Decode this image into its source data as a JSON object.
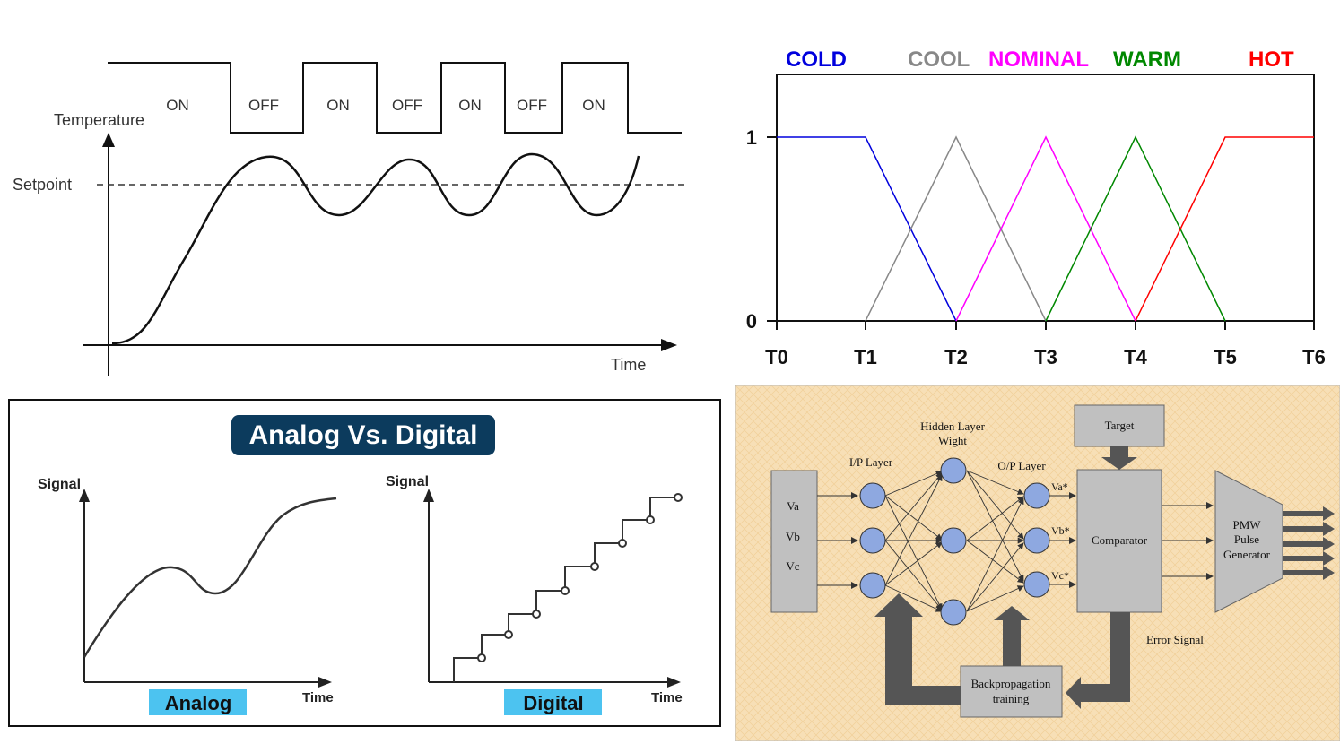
{
  "onoff": {
    "states": [
      "ON",
      "OFF",
      "ON",
      "OFF",
      "ON",
      "OFF",
      "ON"
    ],
    "y_axis_label": "Temperature",
    "setpoint_label": "Setpoint",
    "x_axis_label": "Time"
  },
  "fuzzy": {
    "categories": [
      "COLD",
      "COOL",
      "NOMINAL",
      "WARM",
      "HOT"
    ],
    "colors": [
      "#0000dd",
      "#888888",
      "#ff00ff",
      "#008800",
      "#ff0000"
    ],
    "y_ticks": [
      "0",
      "1"
    ],
    "x_ticks": [
      "T0",
      "T1",
      "T2",
      "T3",
      "T4",
      "T5",
      "T6"
    ]
  },
  "analog_digital": {
    "title": "Analog Vs. Digital",
    "analog": {
      "y_label": "Signal",
      "x_label": "Time",
      "caption": "Analog"
    },
    "digital": {
      "y_label": "Signal",
      "x_label": "Time",
      "caption": "Digital"
    },
    "accent": "#4cc3f0",
    "title_bg": "#0c3b5d"
  },
  "network": {
    "inputs": [
      "Va",
      "Vb",
      "Vc"
    ],
    "ip_layer": "I/P Layer",
    "hidden_layer": [
      "Hidden Layer",
      "Wight"
    ],
    "op_layer": "O/P Layer",
    "outputs": [
      "Va*",
      "Vb*",
      "Vc*"
    ],
    "target": "Target",
    "comparator": "Comparator",
    "pwm": [
      "PMW",
      "Pulse",
      "Generator"
    ],
    "error_signal": "Error Signal",
    "backprop": [
      "Backpropagation",
      "training"
    ],
    "node_color": "#8ea8e0",
    "bg": "#f7dfb6"
  }
}
